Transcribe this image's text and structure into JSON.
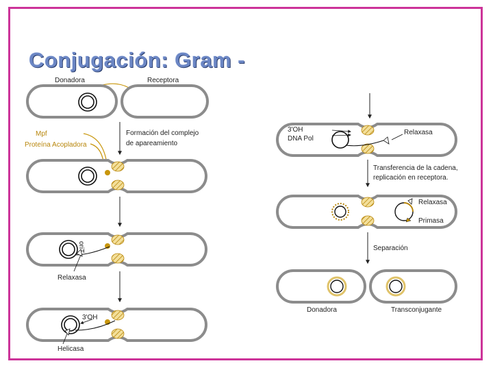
{
  "slide": {
    "title": "Conjugación: Gram -",
    "accent_border": "#cc3399",
    "title_color": "#6b86c4"
  },
  "diagram": {
    "donadora": "Donadora",
    "receptora": "Receptora",
    "mpf": "Mpf",
    "proteina_acopladora": "Proteína Acopladora",
    "formacion_line1": "Formación del complejo",
    "formacion_line2": "de apareamiento",
    "orit": "oriT",
    "relaxasa_left": "Relaxasa",
    "oh_left": "3'OH",
    "helicasa": "Helicasa",
    "oh_right": "3'OH",
    "dna_pol": "DNA Pol",
    "relaxasa_right_top": "Relaxasa",
    "transferencia_line1": "Transferencia de la cadena,",
    "transferencia_line2": "replicación en receptora.",
    "relaxasa_right_mid": "Relaxasa",
    "primasa": "Primasa",
    "separacion": "Separación",
    "donadora_final": "Donadora",
    "transconjugante": "Transconjugante",
    "colors": {
      "cell_outline": "#8c8c8c",
      "gold": "#c8960c",
      "dna": "#111111"
    }
  }
}
